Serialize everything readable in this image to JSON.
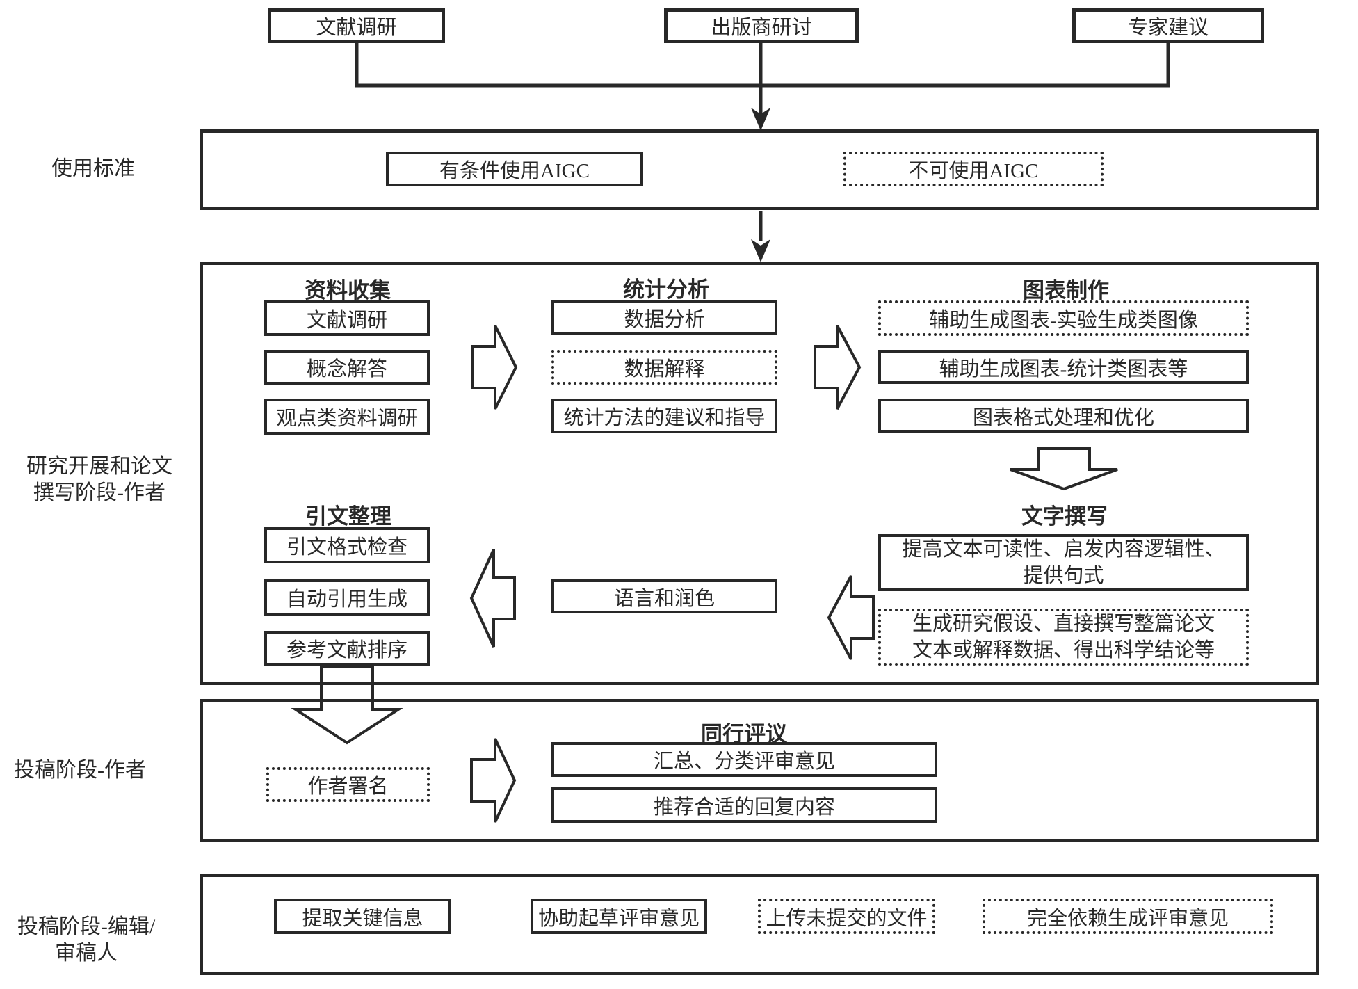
{
  "colors": {
    "ink": "#282828",
    "bg": "#ffffff"
  },
  "top_sources": {
    "literature": "文献调研",
    "publisher": "出版商研讨",
    "expert": "专家建议"
  },
  "stage_standard": {
    "side_label": "使用标准",
    "conditional": "有条件使用AIGC",
    "forbidden": "不可使用AIGC"
  },
  "stage_research": {
    "side_label_line1": "研究开展和论文",
    "side_label_line2": "撰写阶段-作者",
    "collect": {
      "title": "资料收集",
      "items": [
        "文献调研",
        "概念解答",
        "观点类资料调研"
      ]
    },
    "stats": {
      "title": "统计分析",
      "items": [
        "数据分析",
        "数据解释",
        "统计方法的建议和指导"
      ]
    },
    "charts": {
      "title": "图表制作",
      "items": [
        "辅助生成图表-实验生成类图像",
        "辅助生成图表-统计类图表等",
        "图表格式处理和优化"
      ]
    },
    "writing": {
      "title": "文字撰写",
      "allowed_line1": "提高文本可读性、启发内容逻辑性、",
      "allowed_line2": "提供句式",
      "forbidden_line1": "生成研究假设、直接撰写整篇论文",
      "forbidden_line2": "文本或解释数据、得出科学结论等"
    },
    "polish": {
      "label": "语言和润色"
    },
    "citation": {
      "title": "引文整理",
      "items": [
        "引文格式检查",
        "自动引用生成",
        "参考文献排序"
      ]
    }
  },
  "stage_submit_author": {
    "side_label": "投稿阶段-作者",
    "signature": "作者署名",
    "review": {
      "title": "同行评议",
      "items": [
        "汇总、分类评审意见",
        "推荐合适的回复内容"
      ]
    }
  },
  "stage_submit_editor": {
    "side_label_line1": "投稿阶段-编辑/",
    "side_label_line2": "审稿人",
    "items": [
      "提取关键信息",
      "协助起草评审意见",
      "上传未提交的文件",
      "完全依赖生成评审意见"
    ]
  }
}
